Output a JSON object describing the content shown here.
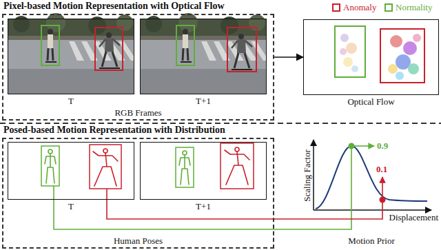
{
  "diagram": {
    "nodes": [
      {
        "text": [
          "Pixel-based Motion Representation with Optical Flow",
          "RGB Frames"
        ]
      },
      {
        "text": [
          "T"
        ],
        "in": 0
      },
      {
        "text": [
          "T+1"
        ],
        "in": 0
      },
      {
        "text": [
          "Optical Flow"
        ]
      },
      {
        "text": [
          "Posed-based Motion Representation with Distribution",
          "Human Poses"
        ]
      },
      {
        "text": [
          "T"
        ],
        "in": 4
      },
      {
        "text": [
          "T+1"
        ],
        "in": 4
      },
      {
        "text": [
          "Motion Prior"
        ]
      }
    ],
    "edges": [
      {
        "from": 0,
        "to": 3,
        "arrow": "to"
      },
      {
        "from": 5,
        "to": 7,
        "arrow": "none"
      },
      {
        "from": 5,
        "to": 7,
        "arrow": "none"
      }
    ],
    "labels": [
      "Scaling Factor",
      "Displacement",
      "0.9",
      "0.1"
    ],
    "legend": [
      {
        "text": "Anomaly",
        "color": "#c8202b"
      },
      {
        "text": "Normality",
        "color": "#5fae3a"
      }
    ]
  }
}
